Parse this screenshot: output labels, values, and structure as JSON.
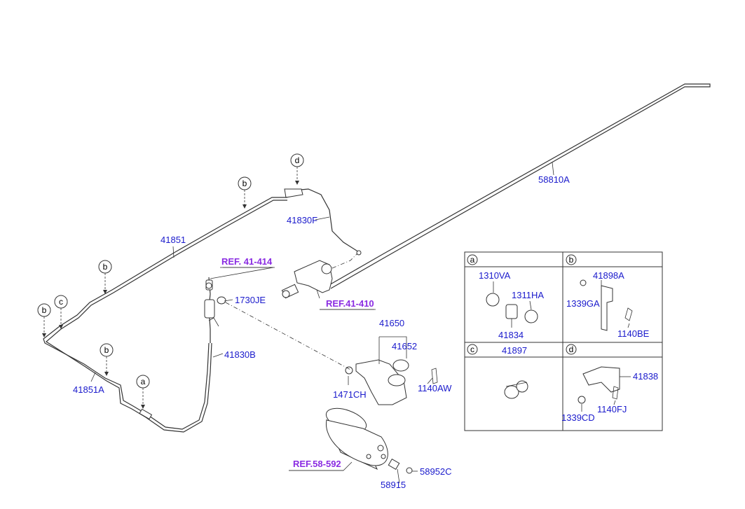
{
  "part_labels": {
    "p58810A": "58810A",
    "p41830F": "41830F",
    "p41851": "41851",
    "p1730JE": "1730JE",
    "p41830B": "41830B",
    "p41851A": "41851A",
    "p41650": "41650",
    "p41652": "41652",
    "p1471CH": "1471CH",
    "p1140AW": "1140AW",
    "p58915": "58915",
    "p58952C": "58952C"
  },
  "references": {
    "ref_41_414": "REF. 41-414",
    "ref_41_410": "REF.41-410",
    "ref_58_592": "REF.58-592"
  },
  "callouts": {
    "d": "d",
    "b": "b",
    "c": "c",
    "a": "a"
  },
  "detail_table": {
    "a": {
      "key": "a",
      "parts": [
        "1310VA",
        "1311HA",
        "41834"
      ]
    },
    "b": {
      "key": "b",
      "parts": [
        "41898A",
        "1339GA",
        "1140BE"
      ]
    },
    "c": {
      "key": "c",
      "parts": [
        "41897"
      ]
    },
    "d": {
      "key": "d",
      "parts": [
        "41838",
        "1339CD",
        "1140FJ"
      ]
    }
  },
  "colors": {
    "part_number": "#1a1acc",
    "reference": "#8a2be2",
    "line": "#333333"
  }
}
